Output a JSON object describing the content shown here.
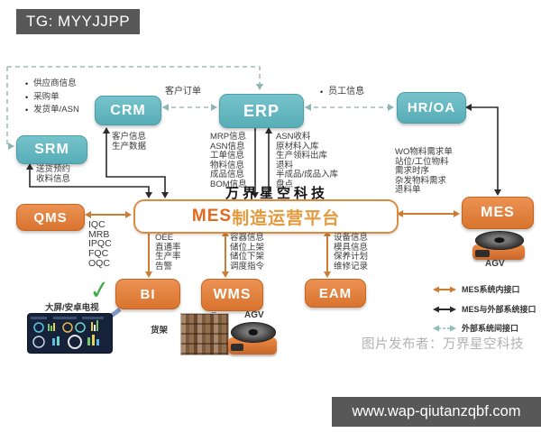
{
  "overlay": {
    "top_tag": "TG: MYYJJPP",
    "bottom_url": "www.wap-qiutanzqbf.com"
  },
  "watermark": {
    "platform_top": "万界星空科技",
    "bottom_credit": "图片发布者：万界星空科技"
  },
  "glyphs": {
    "bullet": "•",
    "check": "✓"
  },
  "platform": {
    "prefix": "MES",
    "name": "制造运营平台"
  },
  "systems": {
    "crm": {
      "label": "CRM"
    },
    "erp": {
      "label": "ERP"
    },
    "hroa": {
      "label": "HR/OA"
    },
    "srm": {
      "label": "SRM"
    },
    "qms": {
      "label": "QMS"
    },
    "mes": {
      "label": "MES"
    },
    "bi": {
      "label": "BI"
    },
    "wms": {
      "label": "WMS"
    },
    "eam": {
      "label": "EAM"
    }
  },
  "labels": {
    "supplier_list": [
      "供应商信息",
      "采购单",
      "发货单/ASN"
    ],
    "customer_order": "客户订单",
    "employee_info": "员工信息",
    "crm_down": [
      "客户信息",
      "生产数据"
    ],
    "srm_down": [
      "送货预约",
      "收料信息"
    ],
    "erp_left": [
      "MRP信息",
      "ASN信息",
      "工单信息",
      "物料信息",
      "成品信息",
      "BOM信息"
    ],
    "erp_right": [
      "ASN收料",
      "原材料入库",
      "生产领料出库",
      "退料",
      "半成品/成品入库",
      "盘点"
    ],
    "hroa_down": [
      "WO物料需求单",
      "站位/工位物料",
      "需求时序",
      "杂发物料需求",
      "退料单"
    ],
    "qms_list": [
      "IQC",
      "MRB",
      "IPQC",
      "FQC",
      "OQC"
    ],
    "bi_list": [
      "OEE",
      "直通率",
      "生产率",
      "告警"
    ],
    "wms_list": [
      "容器信息",
      "储位上架",
      "储位下架",
      "调度指令"
    ],
    "eam_list": [
      "设备信息",
      "模具信息",
      "保养计划",
      "维修记录"
    ],
    "screen_label": "大屏/安卓电视",
    "shelf_label": "货架",
    "agv_label_wms": "AGV",
    "agv_label_mes": "AGV"
  },
  "legend": [
    {
      "type": "orange-solid",
      "label": "MES系统内接口"
    },
    {
      "type": "black-solid",
      "label": "MES与外部系统接口"
    },
    {
      "type": "teal-dashed",
      "label": "外部系统间接口"
    }
  ],
  "colors": {
    "teal_box": "#5aaeb8",
    "orange_box": "#d8742e",
    "platform_border": "#d98b3f",
    "orange_line": "#cf7c33",
    "black_line": "#2b2b2b",
    "dashed_line": "#9cbcbc",
    "check_green": "#43a84b",
    "blue_arrow": "#7e97c6",
    "bar_bg": "#585858"
  }
}
